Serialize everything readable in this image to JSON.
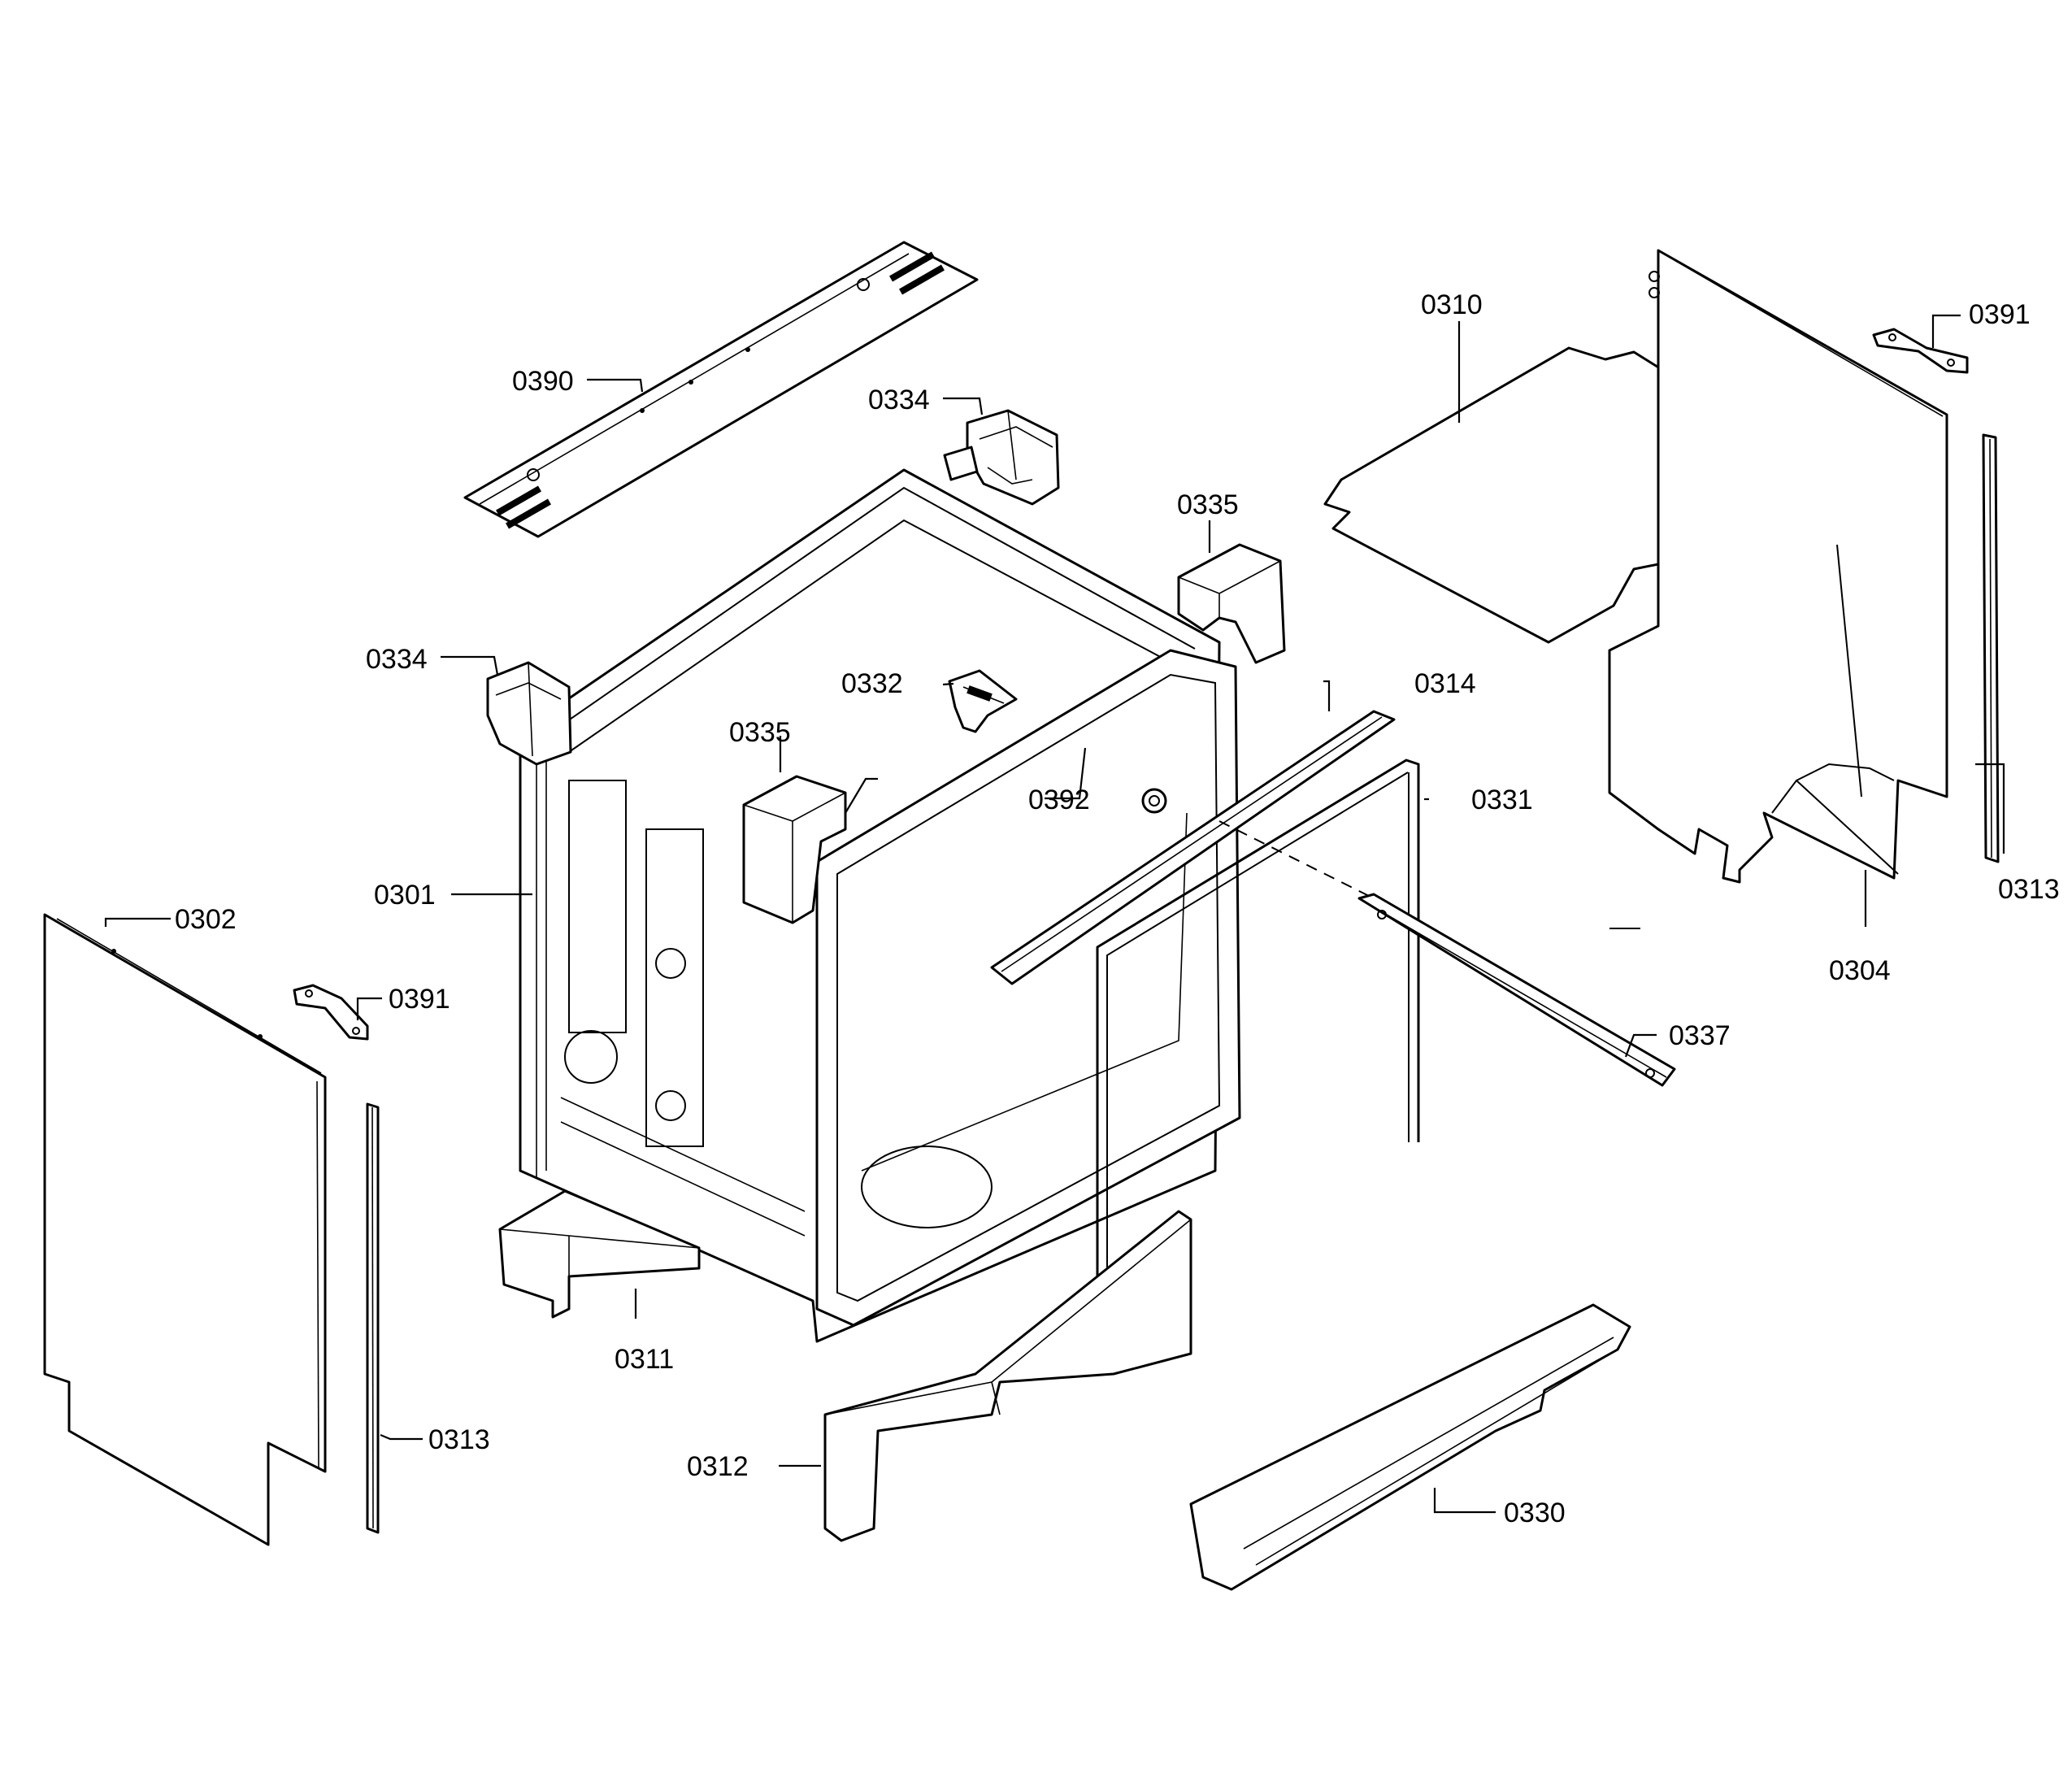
{
  "diagram": {
    "type": "exploded-parts-diagram",
    "labels": {
      "p0390": "0390",
      "p0334a": "0334",
      "p0334b": "0334",
      "p0335a": "0335",
      "p0335b": "0335",
      "p0310": "0310",
      "p0391a": "0391",
      "p0391b": "0391",
      "p0332": "0332",
      "p0314": "0314",
      "p0392": "0392",
      "p0331": "0331",
      "p0301": "0301",
      "p0302": "0302",
      "p0313a": "0313",
      "p0313b": "0313",
      "p0304": "0304",
      "p0337": "0337",
      "p0311": "0311",
      "p0312": "0312",
      "p0330": "0330"
    }
  }
}
